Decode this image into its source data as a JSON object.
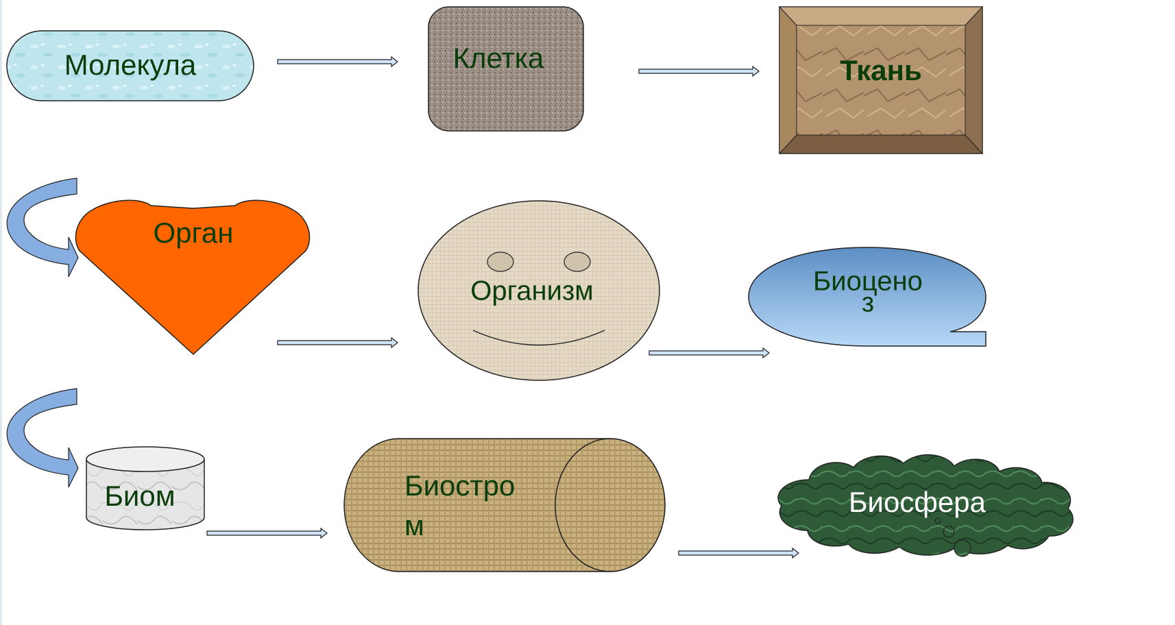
{
  "diagram": {
    "nodes": {
      "molecule": {
        "label": "Молекула"
      },
      "cell": {
        "label": "Клетка"
      },
      "tissue": {
        "label": "Ткань"
      },
      "organ": {
        "label": "Орган"
      },
      "organism": {
        "label": "Организм"
      },
      "biocenosis": {
        "label_line1": "Биоцено",
        "label_line2": "з"
      },
      "biome": {
        "label": "Биом"
      },
      "biostrom": {
        "label_line1": "Биостро",
        "label_line2": "м"
      },
      "biosphere": {
        "label": "Биосфера"
      }
    },
    "colors": {
      "molecule_fill": "#bfe6ee",
      "cell_fill": "#9b8f86",
      "tissue_fill": "#b4946e",
      "organ_fill": "#ff6600",
      "organism_fill": "#e4dac6",
      "biocenosis_top": "#5d8fc4",
      "biocenosis_bottom": "#b7d8f6",
      "biome_fill": "#e6e6e6",
      "biostrom_fill": "#c9b07c",
      "biosphere_fill": "#2f5a38",
      "arrow_fill": "#cfe4fb",
      "curved_arrow_fill": "#86aee0",
      "label_text": "#0b3d0b",
      "biosphere_text": "#ffffff"
    }
  }
}
